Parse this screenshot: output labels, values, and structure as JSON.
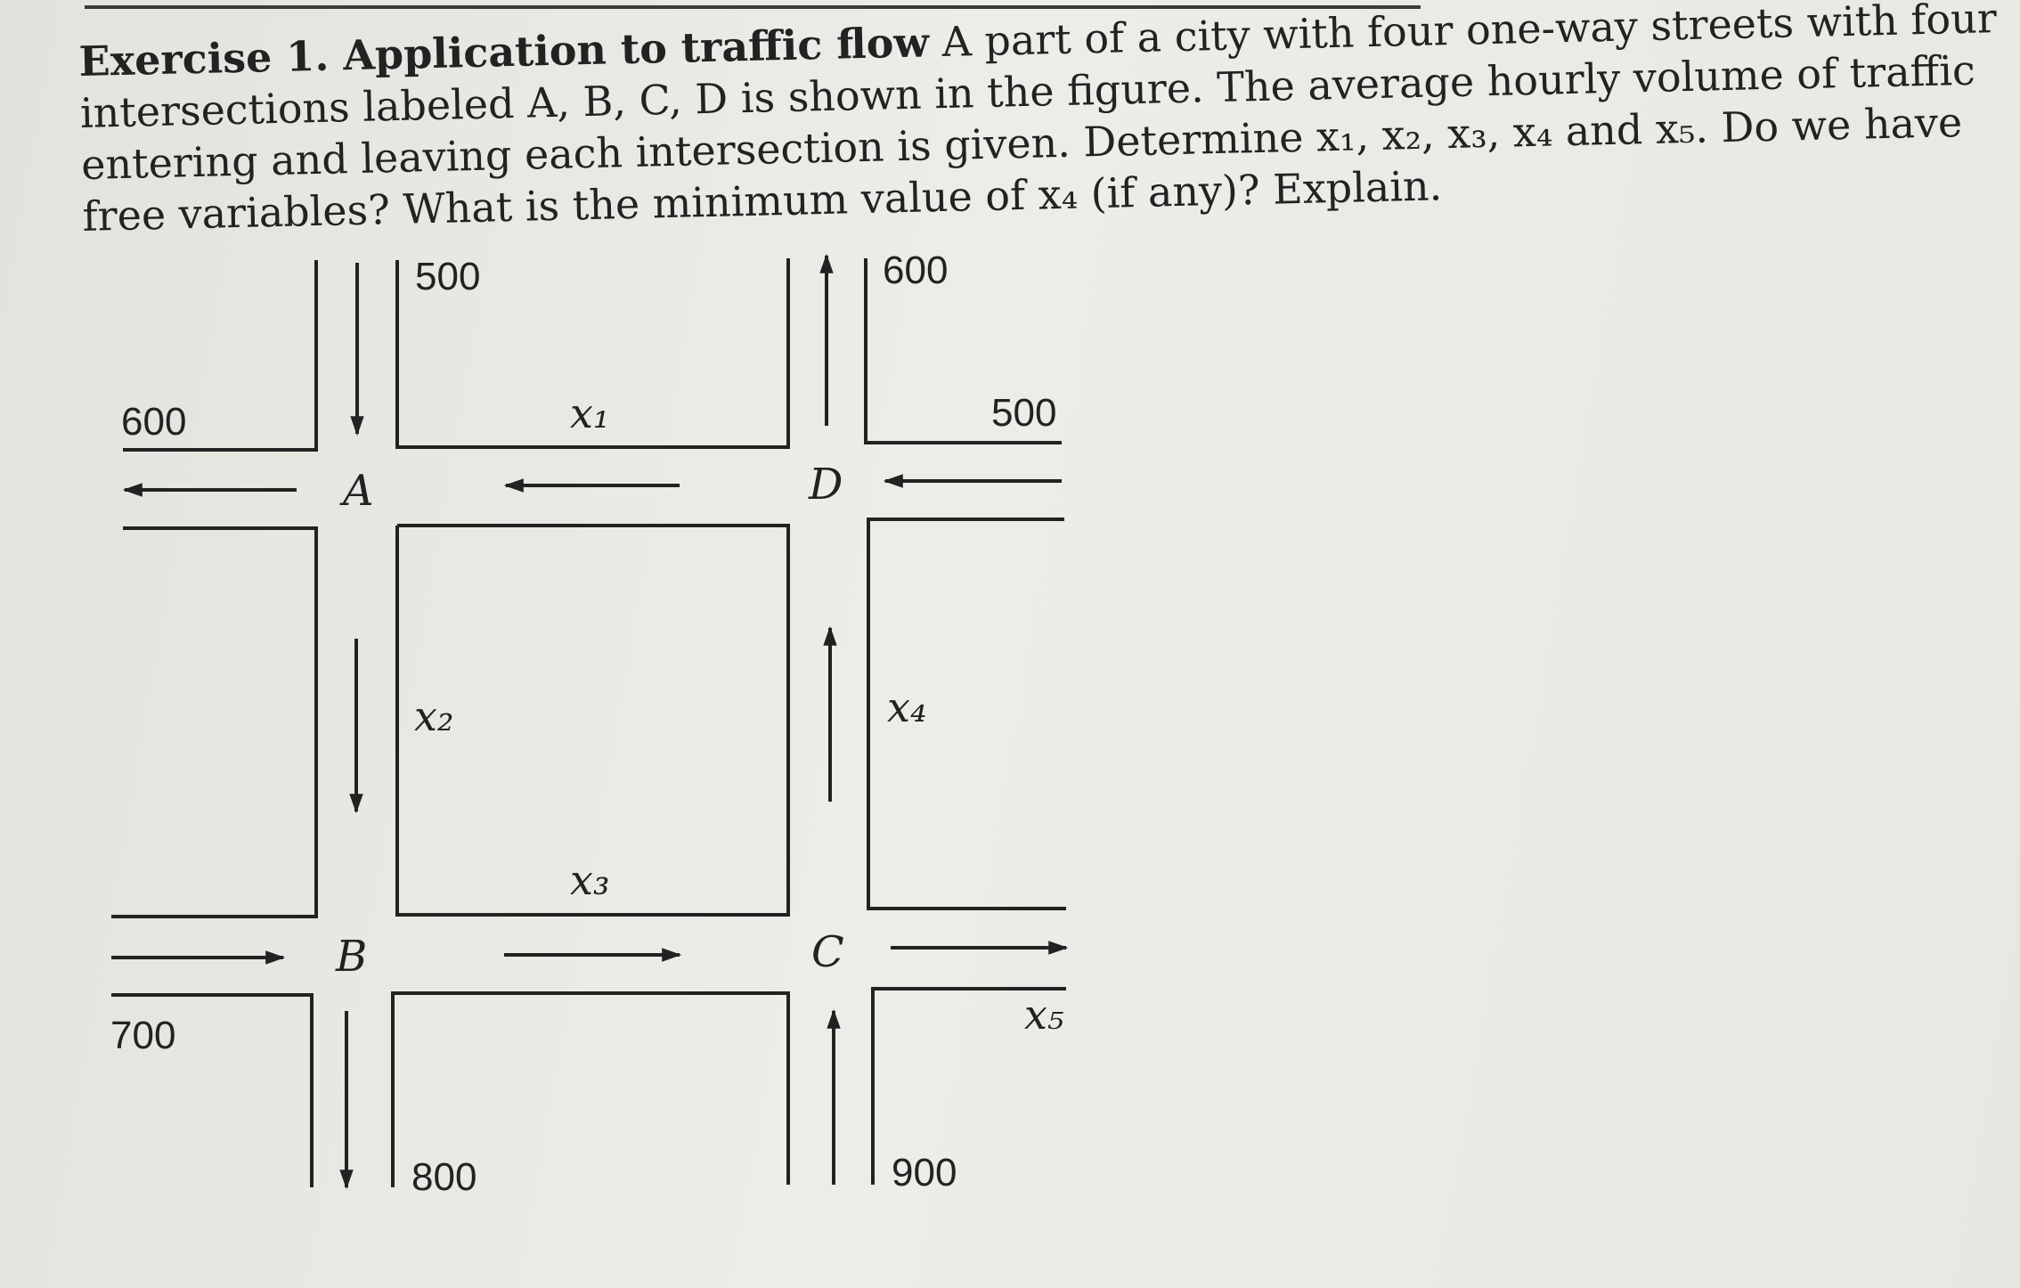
{
  "exercise": {
    "heading": "Exercise 1. Application to traffic flow",
    "lines": [
      " A part of a city with four one-way streets with four",
      "intersections labeled A, B, C, D is shown in the figure.  The average hourly volume of traffic",
      "entering and leaving each intersection is given. Determine x₁, x₂, x₃, x₄ and x₅. Do we have",
      "free variables? What is the minimum value of x₄ (if any)? Explain."
    ]
  },
  "figure": {
    "intersections": {
      "a": "A",
      "b": "B",
      "c": "C",
      "d": "D"
    },
    "variables": {
      "x1": "x₁",
      "x2": "x₂",
      "x3": "x₃",
      "x4": "x₄",
      "x5": "x₅"
    },
    "volumes": {
      "a_top": "500",
      "d_top": "600",
      "a_left": "600",
      "d_right": "500",
      "b_left": "700",
      "b_bottom": "800",
      "c_bottom": "900"
    }
  }
}
